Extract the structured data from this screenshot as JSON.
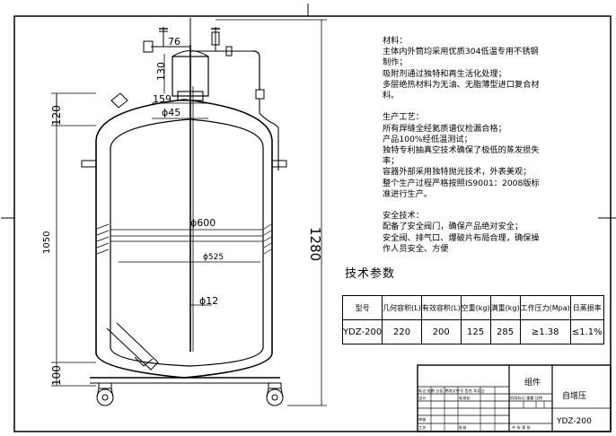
{
  "dimensions": {
    "d76": "76",
    "d130": "130",
    "d159": "159",
    "d45": "ϕ45",
    "d120": "120",
    "d600": "ϕ600",
    "d525": "ϕ525",
    "d12": "ϕ12",
    "d1050": "1050",
    "d1280": "1280",
    "d100": "100"
  },
  "notes": [
    "材料：",
    "主体内外筒均采用优质304低温专用不锈钢",
    "制作；",
    "吸附剂通过独特和再生活化处理；",
    "多层绝热材料为无油、无脂薄型进口复合材",
    "料。",
    "",
    "生产工艺：",
    "所有焊缝全经氦质谱仪检漏合格；",
    "产品100%经低温测试；",
    "独特专利抽真空技术确保了极低的蒸发损失",
    "率；",
    "容器外部采用独特抛光技术，外表美观；",
    "整个生产过程严格按照IS9001：2008版标",
    "准进行生产。",
    "",
    "安全技术：",
    "配备了安全阀门，确保产品绝对安全；",
    "安全阀、排气口、爆破片布局合理，确保操",
    "作人员安全、方便"
  ],
  "spec": {
    "title": "技术参数",
    "headers": [
      "型号",
      "几何容积(L)",
      "有效容积(L)",
      "空重(kg)",
      "满重(kg)",
      "工作压力(Mpa)",
      "日蒸损率"
    ],
    "values": [
      "YDZ-200",
      "220",
      "200",
      "125",
      "285",
      "≥1.38",
      "≤1.1%"
    ]
  },
  "title_block": {
    "part_label": "组件",
    "name": "自增压",
    "model": "YDZ-200",
    "row_labels": [
      "标记",
      "处数",
      "分区",
      "更改文件号",
      "签名",
      "年月日"
    ],
    "row2_labels": [
      "设计",
      "标准化",
      "阶段标记",
      "重量",
      "比例"
    ],
    "row3_labels": [
      "审核",
      "共",
      "张",
      "第",
      "张"
    ],
    "row4_labels": [
      "工艺",
      "批准"
    ]
  }
}
